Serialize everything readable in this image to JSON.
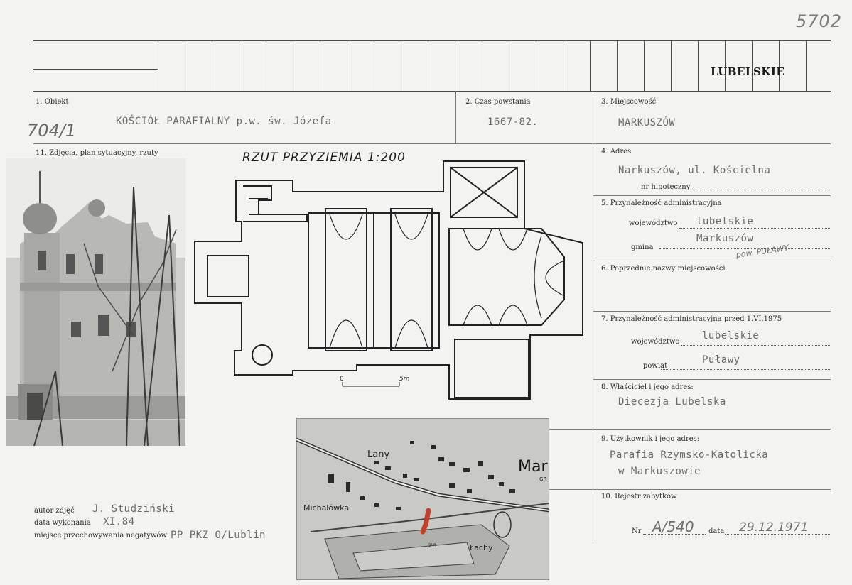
{
  "card": {
    "number": "5702",
    "region_header": "LUBELSKIE",
    "side_number": "704/1"
  },
  "fields": {
    "obiekt": {
      "label": "1. Obiekt",
      "value": "KOŚCIÓŁ PARAFIALNY p.w. św. Józefa"
    },
    "czas": {
      "label": "2. Czas powstania",
      "value": "1667-82."
    },
    "miejscowosc": {
      "label": "3. Miejscowość",
      "value": "MARKUSZÓW"
    },
    "zdjecia": {
      "label": "11. Zdjęcia, plan sytuacyjny, rzuty"
    },
    "adres": {
      "label": "4. Adres",
      "value": "Narkuszów, ul. Kościelna",
      "hipoteczny_label": "nr hipoteczny"
    },
    "przynaleznosc": {
      "label": "5. Przynależność administracyjna",
      "woj_label": "województwo",
      "woj_value": "lubelskie",
      "gmina_label": "gmina",
      "gmina_value": "Markuszów",
      "note": "pow. PUŁAWY"
    },
    "poprzednie": {
      "label": "6. Poprzednie nazwy miejscowości"
    },
    "przed": {
      "label": "7. Przynależność administracyjna przed 1.VI.1975",
      "woj_label": "województwo",
      "woj_value": "lubelskie",
      "powiat_label": "powiat",
      "powiat_value": "Puławy"
    },
    "wlasciciel": {
      "label": "8. Właściciel i jego adres:",
      "value": "Diecezja Lubelska"
    },
    "uzytkownik": {
      "label": "9. Użytkownik i jego adres:",
      "value1": "Parafia Rzymsko-Katolicka",
      "value2": "w Markuszowie"
    },
    "rejestr": {
      "label": "10. Rejestr zabytków",
      "nr_label": "Nr",
      "nr_value": "A/540",
      "data_label": "data",
      "data_value": "29.12.1971"
    }
  },
  "bottom": {
    "autor_label": "autor zdjęć",
    "autor_value": "J. Studziński",
    "data_label": "data wykonania",
    "data_value": "XI.84",
    "miejsce_label": "miejsce przechowywania negatywów",
    "miejsce_value": "PP PKZ O/Lublin"
  },
  "plan": {
    "title": "RZUT PRZYZIEMIA 1:200",
    "scale_start": "0",
    "scale_end": "5m"
  },
  "map": {
    "labels": [
      "Lany",
      "Mar",
      "GR",
      "Michałówka",
      "zn",
      "Łachy"
    ]
  }
}
